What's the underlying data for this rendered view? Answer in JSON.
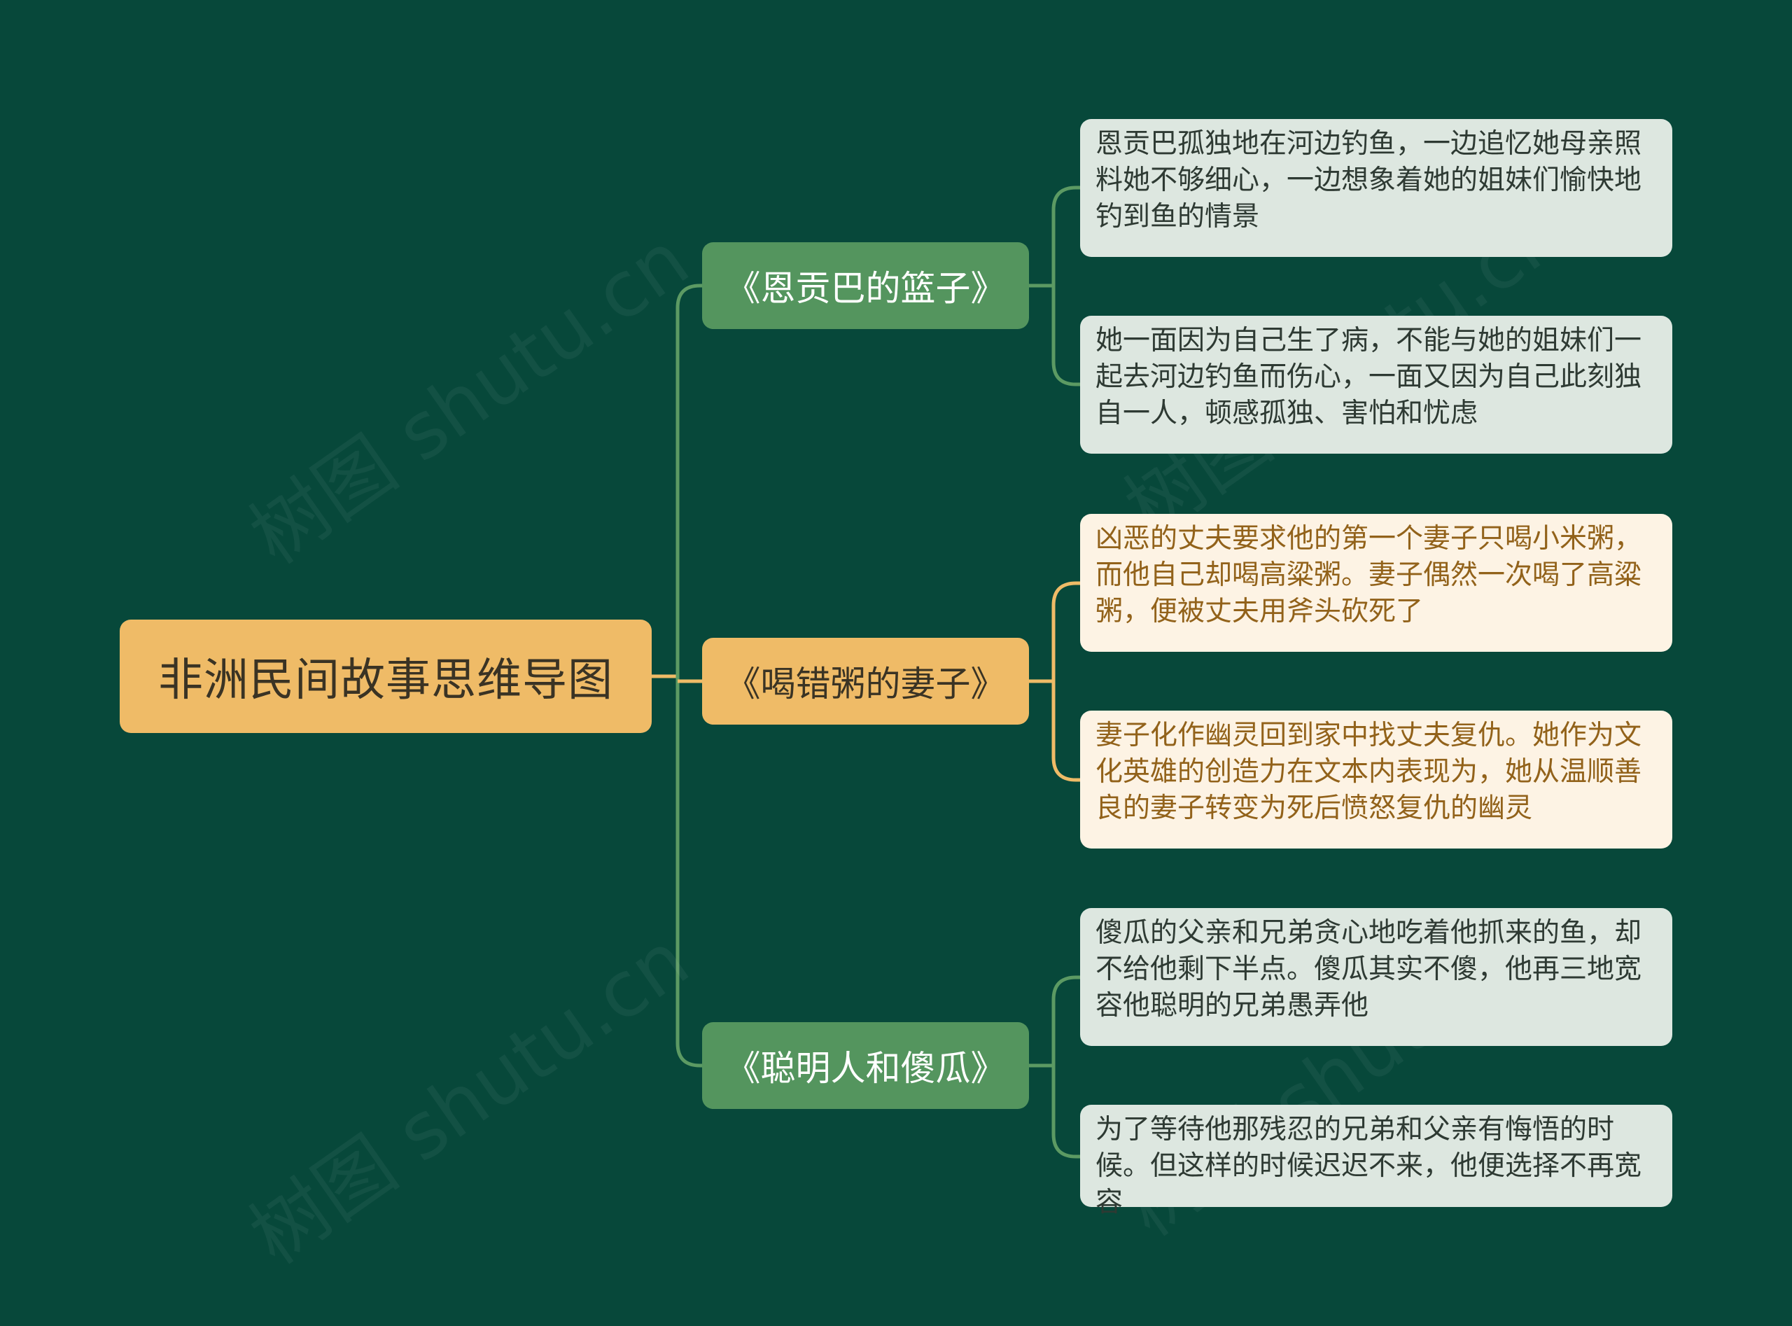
{
  "colors": {
    "background": "#07483a",
    "root_fill": "#efbb67",
    "green_branch_fill": "#54955e",
    "green_leaf_fill": "#dde7e0",
    "gold_leaf_fill": "#fdf3e4",
    "gold_leaf_text": "#92621a",
    "green_connector": "#5c9a63",
    "gold_connector": "#efbb67"
  },
  "mindmap": {
    "root": "非洲民间故事思维导图",
    "branches": [
      {
        "label": "《恩贡巴的篮子》",
        "style": "green",
        "leaves": [
          "恩贡巴孤独地在河边钓鱼，一边追忆她母亲照料她不够细心，一边想象着她的姐妹们愉快地钓到鱼的情景",
          "她一面因为自己生了病，不能与她的姐妹们一起去河边钓鱼而伤心，一面又因为自己此刻独自一人，顿感孤独、害怕和忧虑"
        ]
      },
      {
        "label": "《喝错粥的妻子》",
        "style": "gold",
        "leaves": [
          "凶恶的丈夫要求他的第一个妻子只喝小米粥，而他自己却喝高粱粥。妻子偶然一次喝了高粱粥，便被丈夫用斧头砍死了",
          "妻子化作幽灵回到家中找丈夫复仇。她作为文化英雄的创造力在文本内表现为，她从温顺善良的妻子转变为死后愤怒复仇的幽灵"
        ]
      },
      {
        "label": "《聪明人和傻瓜》",
        "style": "green",
        "leaves": [
          "傻瓜的父亲和兄弟贪心地吃着他抓来的鱼，却不给他剩下半点。傻瓜其实不傻，他再三地宽容他聪明的兄弟愚弄他",
          "为了等待他那残忍的兄弟和父亲有悔悟的时候。但这样的时候迟迟不来，他便选择不再宽容"
        ]
      }
    ]
  },
  "watermark": "树图 shutu.cn"
}
